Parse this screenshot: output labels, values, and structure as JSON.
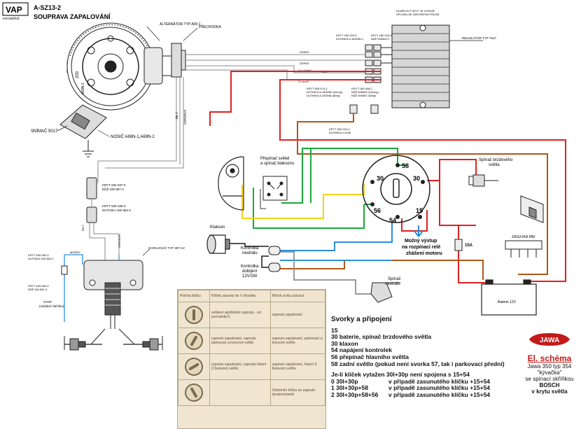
{
  "header": {
    "logo": "VAP",
    "logo_sub": "KROMĚŘÍŽ",
    "code": "A-SZ13-2",
    "title": "SOUPRAVA ZAPALOVÁNÍ"
  },
  "labels": {
    "alternator": "ALTERNÁTOR TYP A09-1",
    "adapter": "PŘECHODKA",
    "sensor": "SNÍMAČ 5017",
    "carrier": "NOSIČ A69N-1,A69N-2",
    "regulator": "REGULÁTOR TYP 7617",
    "regulator_note": "HLINÍKOVÝ KRYT JE VODIVĚ\nSPOJEN SE ZÁPORNÝM PÓLEM",
    "cover1": "KRYT 180 923-0\nDUTINKA 5-182038-2",
    "cover2": "KRYT 180 924-2\nNŮŽ 926962-2",
    "cover3": "KRYT 828 474-1\nDUTINKA 5-182038-7(černý)\nDUTINKA 5-182048-3(bílý)",
    "cover4": "KRYT 180 908-2\nNŮŽ 926962-2(černý)\nNŮŽ 926967-3(bílý)",
    "cover5": "KRYT 828 324-2\nDUTINKA 0-2198",
    "cover6": "KRYT 626 037-0\nNŮŽ 180 887-4",
    "cover7": "KRYT 626 036-0\nDUTINKA 160 864-2",
    "cover8": "KRYT 626 062-0\nDUTINKA 180 864-2",
    "cover9": "KRYT 626 063-0\nNŮŽ 160 887-4",
    "ignition_coil": "ZAPALOVAČ TYP 287-2V",
    "stop": "STOP\n(ovládací tlačítko)",
    "wire_s15": "S=1,5mm²",
    "wire_s1": "S=1mm²",
    "wire_black": "ČERNÝ",
    "wire_white": "BÍLÝ",
    "wire_brown": "HNĚDÝ",
    "wire_red": "ČERVENÝ",
    "wire_gray": "ŠEDÝ",
    "dial_200": "200",
    "dial_a69": "A69N-1"
  },
  "components": {
    "light_switch": "Přepínač světel\na spínač klaksonu",
    "brake_switch": "Spínač brzdového\nsvětla",
    "horn": "Klakson",
    "neutral_lamp": "Kontrolka\nneutrálu",
    "charge_lamp": "Kontrolka\ndobíjení\n12V/2W",
    "possible_output": "Možný výstup\nna rozpínací relé\nzhášení motoru",
    "neutral_switch": "Spínač\nneutrálu",
    "socket": "ZÁSUVKA PAV",
    "fuse": "15A",
    "battery": "Baterie 12V"
  },
  "key_terminals": {
    "t58": "58",
    "t30a": "30",
    "t30b": "30",
    "t56": "56",
    "t54": "54",
    "t15": "15"
  },
  "table": {
    "headers": [
      "Poloha klíčku",
      "Klíček zasunut do ½ hloubky",
      "Klíček zcela zasunut"
    ],
    "rows": [
      [
        "veškeré spotřebiče vypnuty - viz poznámku*)",
        "zapnuto zapalování"
      ],
      [
        "vypnuto zapalování, zapnuto parkovací a koncové světlo",
        "zapnuto zapalování, parkovací a koncové světlo"
      ],
      [
        "vypnuto zapalování, zapnuto hlavní (I tlumené) světlo",
        "zapnuto zapalování, hlavní (I tlumené) světlo"
      ],
      [
        "",
        "Otočením klíčku se zapnuto dynamostartér"
      ]
    ]
  },
  "legend": {
    "title": "Svorky a připojení",
    "items": [
      "15",
      "30 baterie, spínač brzdového světla",
      "30 klaxon",
      "54 napájení kontrolek",
      "56 přepínač hlavního světla",
      "58 zadní světlo (pokud není svorka 57, tak i parkovací přední)"
    ],
    "note": "Je-li klíček vytažen 30l+30p není spojena s 15+54",
    "combos": [
      {
        "k": "0 30l+30p",
        "v": "v případě zasunutého klíčku +15+54"
      },
      {
        "k": "1 30l+30p+58",
        "v": "v případě zasunutého klíčku +15+54"
      },
      {
        "k": "2 30l+30p+58+56",
        "v": "v případě zasunutého klíčku +15+54"
      }
    ]
  },
  "brand": {
    "logo": "JAWA",
    "title": "El. schéma",
    "model": "Jawa 350 typ 354",
    "kyvacka": "\"kývačka\"",
    "box": "se spínací skříňkou",
    "bosch": "BOSCH",
    "in_light": "v krytu světla"
  },
  "colors": {
    "red": "#e02020",
    "green": "#1aa83a",
    "yellow": "#f2d21a",
    "blue": "#2a8ee0",
    "brown": "#b0561a",
    "gray": "#9a9a9a",
    "black": "#1a1a1a",
    "brand_red": "#c41a1a"
  }
}
